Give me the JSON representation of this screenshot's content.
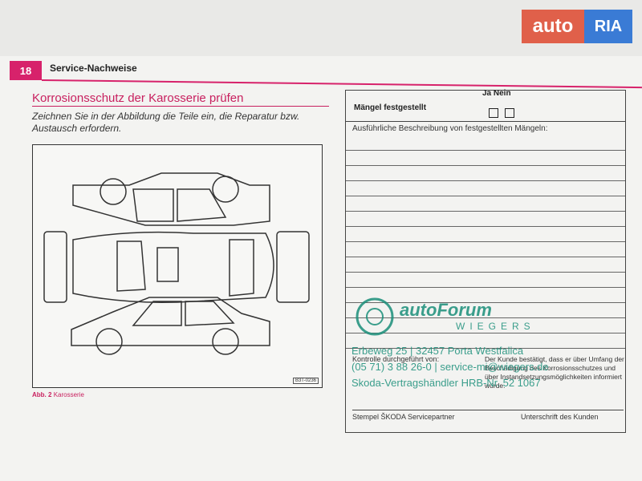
{
  "page": {
    "number": "18",
    "header": "Service-Nachweise",
    "section_title": "Korrosionsschutz der Karosserie prüfen",
    "intro": "Zeichnen Sie in der Abbildung die Teile ein, die Reparatur bzw. Austausch erfordern.",
    "figure_code": "B3T-0236",
    "caption_prefix": "Abb. 2",
    "caption_text": "Karosserie"
  },
  "form": {
    "yes_no": "Ja Nein",
    "defects_label": "Mängel festgestellt",
    "description_label": "Ausführliche Beschreibung von festgestellten Mängeln:",
    "control_label": "Kontrolle durchgeführt von:",
    "customer_text": "Der Kunde bestätigt, dass er über Umfang der Beschädigung des Korrosionsschutzes und über Instandsetzungsmöglichkeiten informiert würde.",
    "stamp_label": "Stempel ŠKODA Servicepartner",
    "signature_label": "Unterschrift des Kunden"
  },
  "stamp": {
    "brand": "autoForum",
    "sub": "WIEGERS",
    "address": "Erbeweg 25 | 32457 Porta Westfalica",
    "phone": "(05 71) 3 88 26-0 | service-mi@wiegers.de",
    "dealer": "Skoda-Vertragshändler HRB-Nr. 52 1067"
  },
  "logo": {
    "left": "auto",
    "right": "RIA"
  }
}
